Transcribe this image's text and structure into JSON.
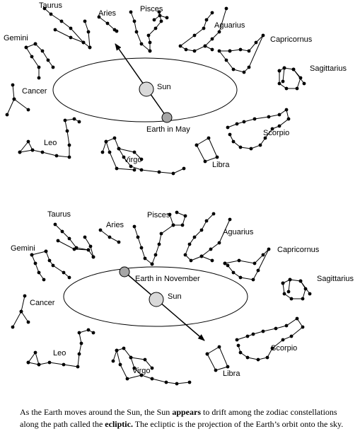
{
  "panel_top": {
    "constellations": [
      "Taurus",
      "Aries",
      "Pisces",
      "Aguarius",
      "Capricornus",
      "Sagittarius",
      "Gemini",
      "Cancer",
      "Leo",
      "Virgo",
      "Libra",
      "Scorpio"
    ],
    "sun_label": "Sun",
    "earth_label": "Earth in May"
  },
  "panel_bottom": {
    "constellations": [
      "Taurus",
      "Aries",
      "Pisces",
      "Aguarius",
      "Capricornus",
      "Sagittarius",
      "Gemini",
      "Cancer",
      "Leo",
      "Virgo",
      "Libra",
      "Scorpio"
    ],
    "sun_label": "Sun",
    "earth_label": "Earth in November"
  },
  "caption": {
    "part1": "As the Earth moves around the Sun, the Sun ",
    "bold1": "appears",
    "part2": " to drift among the zodiac constellations along the path called the ",
    "bold2": "ecliptic.",
    "part3": " The ecliptic is the projection of the Earth’s orbit onto the sky."
  },
  "colors": {
    "sun_fill": "#d9d9d9",
    "earth_fill": "#a6a6a6",
    "line": "#000000"
  }
}
